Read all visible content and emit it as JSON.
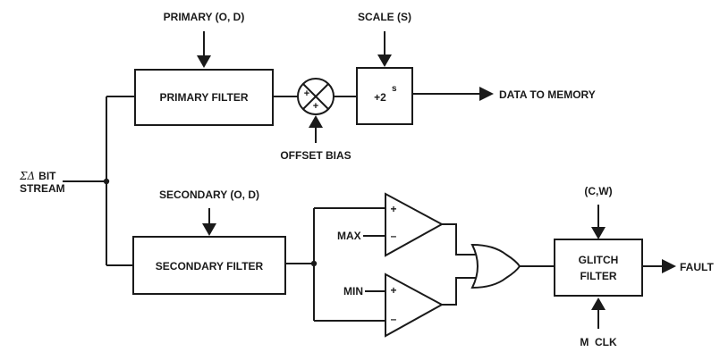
{
  "inputs": {
    "bitstream_symbol": "ΣΔ",
    "bitstream_word": "BIT",
    "bitstream_line2": "STREAM"
  },
  "primary": {
    "control_label": "PRIMARY (O, D)",
    "filter_label": "PRIMARY FILTER"
  },
  "summer": {
    "plus_top": "+",
    "plus_bottom": "+",
    "offset_label": "OFFSET BIAS"
  },
  "scale": {
    "control_label": "SCALE (S)",
    "block_base": "+2",
    "block_exponent": "s"
  },
  "output": {
    "data_label": "DATA TO MEMORY",
    "fault_label": "FAULT"
  },
  "secondary": {
    "control_label": "SECONDARY (O, D)",
    "filter_label": "SECONDARY FILTER"
  },
  "comparators": {
    "max_label": "MAX",
    "min_label": "MIN",
    "plus": "+",
    "minus": "–"
  },
  "glitch": {
    "control_label": "(C,W)",
    "filter_line1": "GLITCH",
    "filter_line2": "FILTER",
    "clock_label": "M  CLK"
  }
}
